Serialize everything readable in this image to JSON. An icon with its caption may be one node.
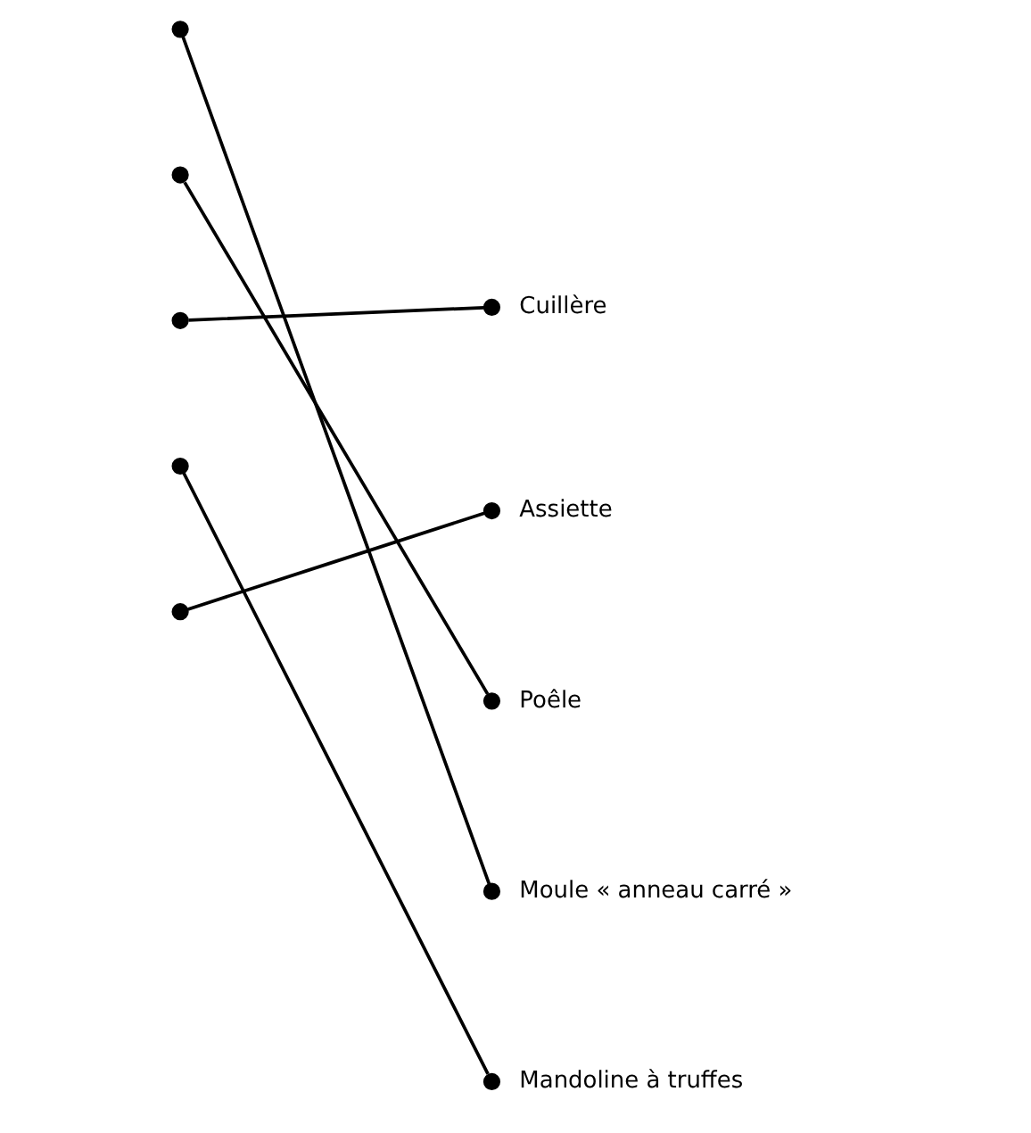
{
  "diagram": {
    "nodes": [
      {
        "text": [],
        "shape": "circle"
      },
      {
        "text": [],
        "shape": "circle"
      },
      {
        "text": [],
        "shape": "circle"
      },
      {
        "text": [],
        "shape": "circle"
      },
      {
        "text": [],
        "shape": "circle"
      },
      {
        "text": [],
        "shape": "circle",
        "beside": [
          "Cuillère"
        ]
      },
      {
        "text": [],
        "shape": "circle",
        "beside": [
          "Assiette"
        ]
      },
      {
        "text": [],
        "shape": "circle",
        "beside": [
          "Poêle"
        ]
      },
      {
        "text": [],
        "shape": "circle",
        "beside": [
          "Moule « anneau carré »"
        ]
      },
      {
        "text": [],
        "shape": "circle",
        "beside": [
          "Mandoline à truffes"
        ]
      }
    ],
    "edges": [
      {
        "from": 0,
        "to": 8,
        "arrow": "none"
      },
      {
        "from": 1,
        "to": 7,
        "arrow": "none"
      },
      {
        "from": 2,
        "to": 5,
        "arrow": "none"
      },
      {
        "from": 3,
        "to": 9,
        "arrow": "none"
      },
      {
        "from": 4,
        "to": 6,
        "arrow": "none"
      }
    ]
  }
}
